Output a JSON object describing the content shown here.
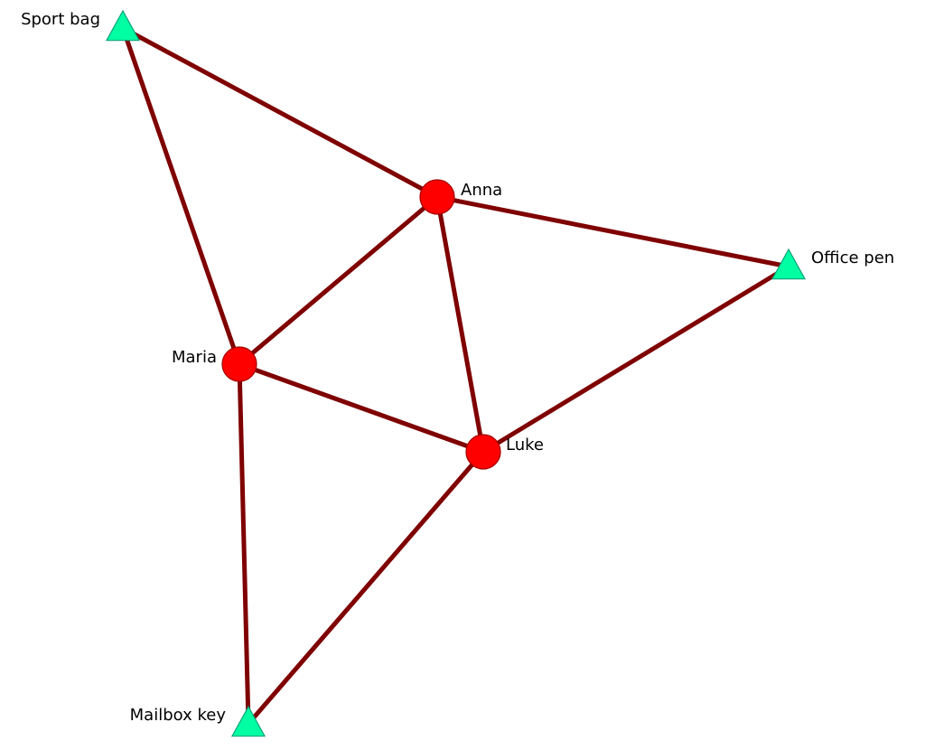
{
  "graph": {
    "nodes": [
      {
        "id": "anna",
        "label": "Anna",
        "shape": "circle",
        "color": "#ff0000"
      },
      {
        "id": "maria",
        "label": "Maria",
        "shape": "circle",
        "color": "#ff0000"
      },
      {
        "id": "luke",
        "label": "Luke",
        "shape": "circle",
        "color": "#ff0000"
      },
      {
        "id": "sport_bag",
        "label": "Sport bag",
        "shape": "triangle",
        "color": "#00ffa3"
      },
      {
        "id": "office_pen",
        "label": "Office pen",
        "shape": "triangle",
        "color": "#00ffa3"
      },
      {
        "id": "mailbox_key",
        "label": "Mailbox key",
        "shape": "triangle",
        "color": "#00ffa3"
      }
    ],
    "edges": [
      {
        "from": "sport_bag",
        "to": "anna"
      },
      {
        "from": "sport_bag",
        "to": "maria"
      },
      {
        "from": "anna",
        "to": "office_pen"
      },
      {
        "from": "anna",
        "to": "maria"
      },
      {
        "from": "anna",
        "to": "luke"
      },
      {
        "from": "maria",
        "to": "luke"
      },
      {
        "from": "maria",
        "to": "mailbox_key"
      },
      {
        "from": "luke",
        "to": "office_pen"
      },
      {
        "from": "luke",
        "to": "mailbox_key"
      }
    ],
    "edge_color": "#7f0000"
  }
}
